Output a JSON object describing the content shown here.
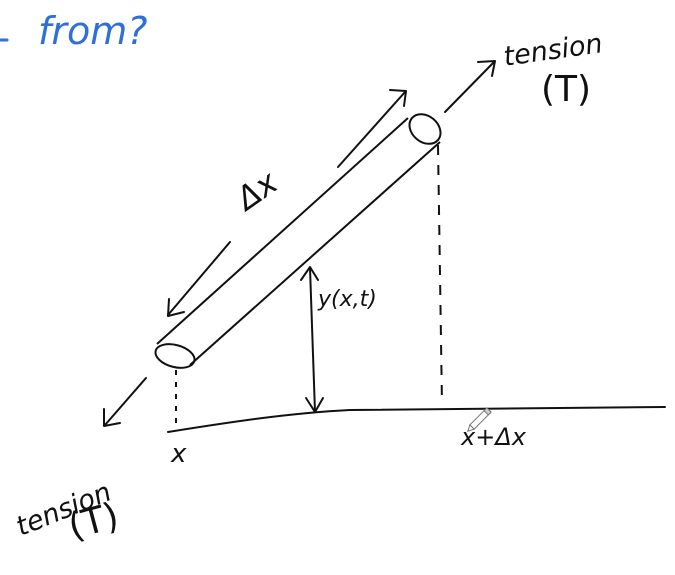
{
  "header_note": {
    "text": "from?",
    "color": "#2f6fd6"
  },
  "labels": {
    "tension_top": "tension",
    "tension_top_symbol": "(T)",
    "tension_bottom": "tension",
    "tension_bottom_symbol": "(T)",
    "delta_x": "Δx",
    "displacement": "y(x,t)",
    "x_left": "x",
    "x_right": "x+Δx"
  },
  "colors": {
    "ink": "#111111",
    "accent": "#2f6fd6"
  },
  "icons": {
    "cursor": "pencil-cursor-icon"
  }
}
